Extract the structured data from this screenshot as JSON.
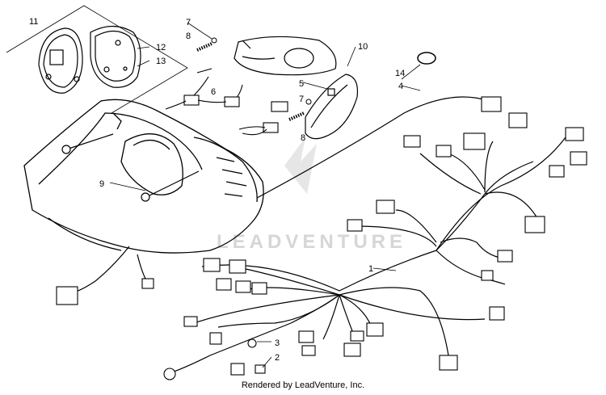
{
  "callouts": [
    "1",
    "2",
    "3",
    "4",
    "5",
    "6",
    "7",
    "7",
    "8",
    "8",
    "9",
    "10",
    "11",
    "12",
    "13",
    "14"
  ],
  "watermark": "LEADVENTURE",
  "footer": "Rendered by LeadVenture, Inc."
}
